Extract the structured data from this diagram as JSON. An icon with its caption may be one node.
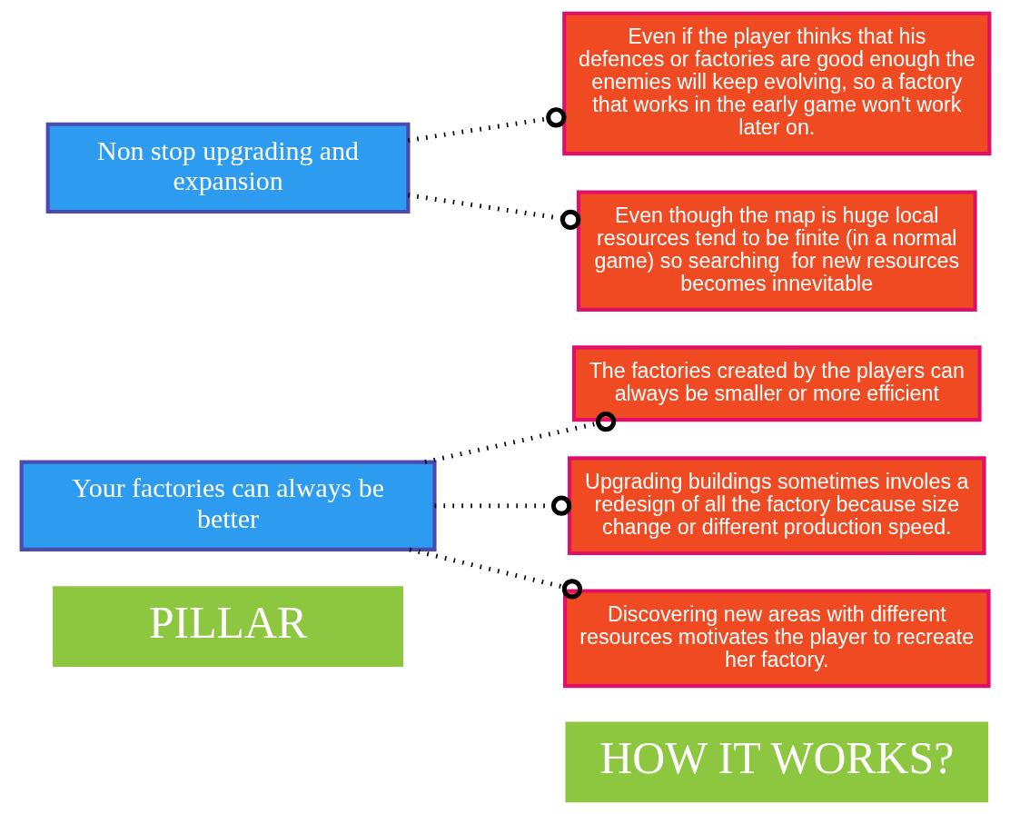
{
  "diagram": {
    "nodes": [
      {
        "text": [
          "PILLAR"
        ]
      },
      {
        "text": [
          "HOW IT WORKS?"
        ]
      },
      {
        "text": [
          "Your factories can always be better"
        ]
      },
      {
        "text": [
          "The factories created by the players can always be smaller or more efficient"
        ]
      },
      {
        "text": [
          "Upgrading buildings sometimes involes a redesign of all the factory because size change or different production speed."
        ]
      },
      {
        "text": [
          "Discovering new areas with different resources motivates the player to recreate her factory."
        ]
      },
      {
        "text": [
          "Non stop upgrading and expansion"
        ]
      },
      {
        "text": [
          "Even if the player thinks that his defences or factories are good enough the enemies will keep evolving, so a factory that works in the early game won't work later on."
        ]
      },
      {
        "text": [
          "Even though the map is huge local resources tend to be finite (in a normal game) so searching  for new resources becomes innevitable"
        ]
      }
    ],
    "edges": [
      {
        "from": 2,
        "to": 3,
        "arrow": "other",
        "style": "dashed"
      },
      {
        "from": 2,
        "to": 4,
        "arrow": "other",
        "style": "dashed"
      },
      {
        "from": 2,
        "to": 5,
        "arrow": "other",
        "style": "dashed"
      },
      {
        "from": 6,
        "to": 7,
        "arrow": "other",
        "style": "dashed"
      },
      {
        "from": 6,
        "to": 8,
        "arrow": "other",
        "style": "dashed"
      }
    ]
  }
}
